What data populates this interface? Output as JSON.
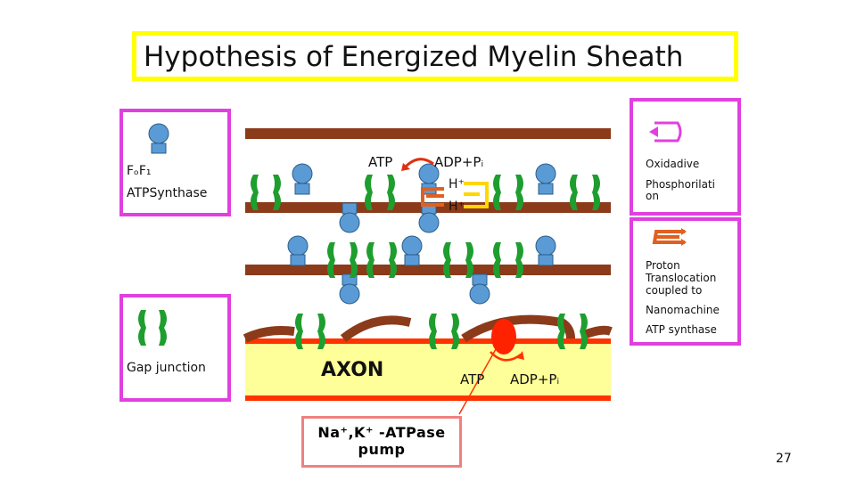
{
  "title": "Hypothesis of Energized Myelin Sheath",
  "legend": {
    "synthase_label": "FₒF₁",
    "synthase_name": "ATPSynthase",
    "gap_junction": "Gap junction"
  },
  "membrane_labels": {
    "atp_top": "ATP",
    "adp_top": "ADP+Pᵢ",
    "h_plus_1": "H⁺",
    "h_plus_2": "H⁺",
    "axon": "AXON",
    "atp_axon": "ATP",
    "adp_axon": "ADP+Pᵢ"
  },
  "pump": {
    "line1": "Na⁺,K⁺ -ATPase",
    "line2": "pump"
  },
  "right_panel": {
    "oxidative": "Oxidadive",
    "phosphorylation_1": "Phosphorilati",
    "phosphorylation_2": "on",
    "proton_1": "Proton",
    "proton_2": "Translocation",
    "proton_3": "coupled to",
    "nanomachine": "Nanomachine",
    "atp_synthase": "ATP synthase"
  },
  "page_number": "27",
  "colors": {
    "title_border": "#ffff00",
    "box_border": "#e040e0",
    "membrane": "#8b3a1a",
    "axon_fill": "#ffff99",
    "axon_edge": "#ff3300",
    "synthase_blue": "#5b9bd5",
    "gap_green": "#1e9e2e",
    "pump_red": "#ff2200",
    "pump_box_border": "#f08080",
    "arrow_orange": "#e06020",
    "arrow_yellow": "#ffd700"
  }
}
